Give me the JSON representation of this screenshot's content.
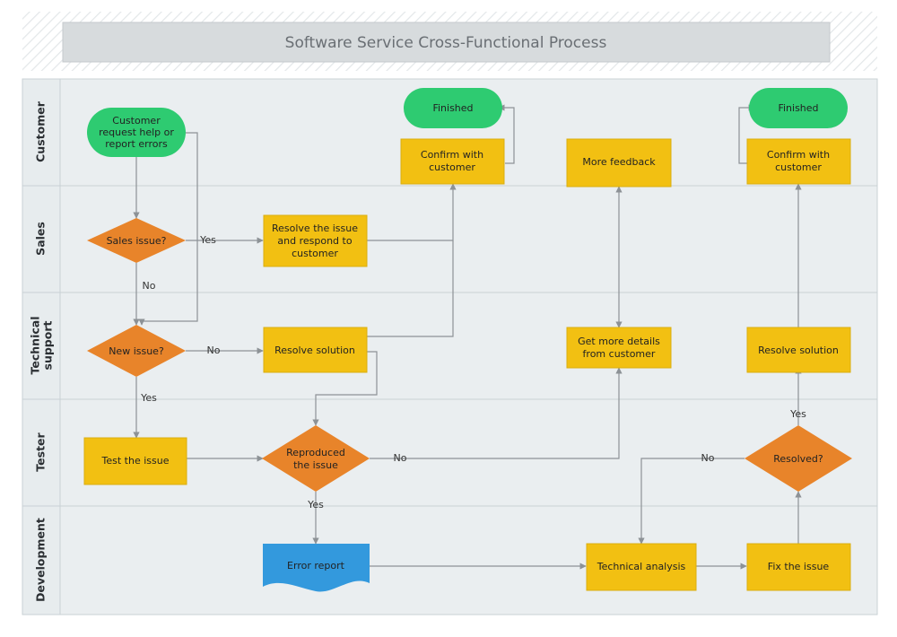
{
  "header": {
    "title": "Software Service Cross-Functional Process"
  },
  "colors": {
    "canvas_bg": "#eaeef0",
    "lane_header_bg": "#e7ecee",
    "lane_border": "#c9d1d5",
    "hatch_bg": "#ffffff",
    "hatch_stroke": "#e4e7e9",
    "title_box_bg": "#d7dbdd",
    "title_box_border": "#c2c7ca",
    "title_text": "#6a6f74",
    "start_end_green": "#2ecb71",
    "decision_orange": "#e8842a",
    "process_yellow": "#f2c012",
    "process_yellow_border": "#d9ae10",
    "document_blue": "#3399dd",
    "connector_gray": "#8d9296",
    "node_text": "#222222"
  },
  "lanes": [
    {
      "id": "customer",
      "label": "Customer"
    },
    {
      "id": "sales",
      "label": "Sales"
    },
    {
      "id": "technical-support",
      "label": "Technical support"
    },
    {
      "id": "tester",
      "label": "Tester"
    },
    {
      "id": "development",
      "label": "Development"
    }
  ],
  "chart_data": {
    "type": "diagram",
    "diagram_type": "cross-functional-flowchart",
    "title": "Software Service Cross-Functional Process",
    "lanes": [
      "Customer",
      "Sales",
      "Technical support",
      "Tester",
      "Development"
    ],
    "nodes": [
      {
        "id": "n1",
        "label": "Customer request help or report errors",
        "shape": "rounded-terminator",
        "color": "#2ecb71",
        "lane": "Customer"
      },
      {
        "id": "n2",
        "label": "Finished",
        "shape": "rounded-terminator",
        "color": "#2ecb71",
        "lane": "Customer"
      },
      {
        "id": "n3",
        "label": "Confirm with customer",
        "shape": "process",
        "color": "#f2c012",
        "lane": "Customer"
      },
      {
        "id": "n4",
        "label": "More feedback",
        "shape": "process",
        "color": "#f2c012",
        "lane": "Customer"
      },
      {
        "id": "n5",
        "label": "Finished",
        "shape": "rounded-terminator",
        "color": "#2ecb71",
        "lane": "Customer"
      },
      {
        "id": "n6",
        "label": "Confirm with customer",
        "shape": "process",
        "color": "#f2c012",
        "lane": "Customer"
      },
      {
        "id": "n7",
        "label": "Sales issue?",
        "shape": "decision",
        "color": "#e8842a",
        "lane": "Sales"
      },
      {
        "id": "n8",
        "label": "Resolve the issue and respond to customer",
        "shape": "process",
        "color": "#f2c012",
        "lane": "Sales"
      },
      {
        "id": "n9",
        "label": "New issue?",
        "shape": "decision",
        "color": "#e8842a",
        "lane": "Technical support"
      },
      {
        "id": "n10",
        "label": "Resolve solution",
        "shape": "process",
        "color": "#f2c012",
        "lane": "Technical support"
      },
      {
        "id": "n11",
        "label": "Get more details from customer",
        "shape": "process",
        "color": "#f2c012",
        "lane": "Technical support"
      },
      {
        "id": "n12",
        "label": "Resolve solution",
        "shape": "process",
        "color": "#f2c012",
        "lane": "Technical support"
      },
      {
        "id": "n13",
        "label": "Test the issue",
        "shape": "process",
        "color": "#f2c012",
        "lane": "Tester"
      },
      {
        "id": "n14",
        "label": "Reproduced the issue",
        "shape": "decision",
        "color": "#e8842a",
        "lane": "Tester"
      },
      {
        "id": "n15",
        "label": "Resolved?",
        "shape": "decision",
        "color": "#e8842a",
        "lane": "Tester"
      },
      {
        "id": "n16",
        "label": "Error report",
        "shape": "document",
        "color": "#3399dd",
        "lane": "Development"
      },
      {
        "id": "n17",
        "label": "Technical analysis",
        "shape": "process",
        "color": "#f2c012",
        "lane": "Development"
      },
      {
        "id": "n18",
        "label": "Fix the issue",
        "shape": "process",
        "color": "#f2c012",
        "lane": "Development"
      }
    ],
    "edges": [
      {
        "from": "n1",
        "to": "n7",
        "label": ""
      },
      {
        "from": "n1",
        "to": "n9",
        "label": ""
      },
      {
        "from": "n7",
        "to": "n8",
        "label": "Yes"
      },
      {
        "from": "n7",
        "to": "n9",
        "label": "No"
      },
      {
        "from": "n8",
        "to": "n3",
        "label": ""
      },
      {
        "from": "n9",
        "to": "n10",
        "label": "No"
      },
      {
        "from": "n9",
        "to": "n13",
        "label": "Yes"
      },
      {
        "from": "n10",
        "to": "n3",
        "label": ""
      },
      {
        "from": "n10",
        "to": "n14",
        "label": ""
      },
      {
        "from": "n3",
        "to": "n2",
        "label": ""
      },
      {
        "from": "n13",
        "to": "n14",
        "label": ""
      },
      {
        "from": "n14",
        "to": "n16",
        "label": "Yes"
      },
      {
        "from": "n14",
        "to": "n11",
        "label": "No"
      },
      {
        "from": "n11",
        "to": "n4",
        "label": "",
        "bidirectional": true
      },
      {
        "from": "n16",
        "to": "n17",
        "label": ""
      },
      {
        "from": "n17",
        "to": "n18",
        "label": ""
      },
      {
        "from": "n18",
        "to": "n15",
        "label": ""
      },
      {
        "from": "n15",
        "to": "n12",
        "label": "Yes"
      },
      {
        "from": "n15",
        "to": "n17",
        "label": "No"
      },
      {
        "from": "n12",
        "to": "n6",
        "label": ""
      },
      {
        "from": "n6",
        "to": "n5",
        "label": ""
      }
    ]
  },
  "edge_labels": {
    "sales_yes": "Yes",
    "sales_no": "No",
    "new_issue_no": "No",
    "new_issue_yes": "Yes",
    "reproduced_yes": "Yes",
    "reproduced_no": "No",
    "resolved_yes": "Yes",
    "resolved_no": "No"
  },
  "nodes": {
    "n1": "Customer request help or report errors",
    "n1_l1": "Customer",
    "n1_l2": "request help or",
    "n1_l3": "report errors",
    "n2": "Finished",
    "n3_l1": "Confirm with",
    "n3_l2": "customer",
    "n4": "More feedback",
    "n5": "Finished",
    "n6_l1": "Confirm with",
    "n6_l2": "customer",
    "n7": "Sales issue?",
    "n8_l1": "Resolve the issue",
    "n8_l2": "and respond to",
    "n8_l3": "customer",
    "n9": "New issue?",
    "n10": "Resolve solution",
    "n11_l1": "Get more details",
    "n11_l2": "from customer",
    "n12": "Resolve solution",
    "n13": "Test the issue",
    "n14_l1": "Reproduced",
    "n14_l2": "the issue",
    "n15": "Resolved?",
    "n16": "Error report",
    "n17": "Technical analysis",
    "n18": "Fix the issue"
  }
}
